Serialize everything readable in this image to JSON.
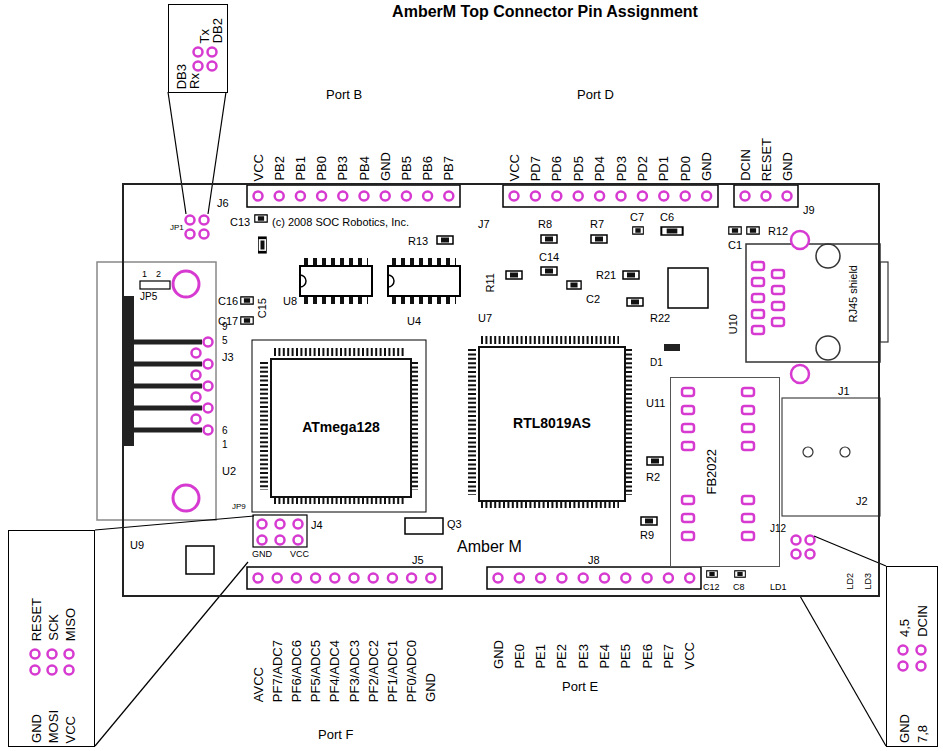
{
  "diagram": {
    "title": "AmberM Top Connector Pin Assignment",
    "nodes": [
      {
        "text": [
          "Amber M"
        ]
      },
      {
        "text": [
          "ATmega128"
        ],
        "in": 0
      },
      {
        "text": [
          "RTL8019AS"
        ],
        "in": 0
      },
      {
        "text": [
          "FB2022"
        ],
        "in": 0
      },
      {
        "text": [
          "Tx",
          "DB2",
          "DB3",
          "Rx"
        ]
      },
      {
        "text": [
          "RESET",
          "SCK",
          "MISO",
          "GND",
          "MOSI",
          "VCC"
        ]
      },
      {
        "text": [
          "4,5",
          "DCIN",
          "GND",
          "7,8"
        ]
      }
    ],
    "labels": [
      "Port B",
      "VCC",
      "PB2",
      "PB1",
      "PB0",
      "PB3",
      "PB4",
      "GND",
      "PB5",
      "PB6",
      "PB7",
      "Port D",
      "VCC",
      "PD7",
      "PD6",
      "PD5",
      "PD4",
      "PD3",
      "PD2",
      "PD1",
      "PD0",
      "GND",
      "DCIN",
      "RESET",
      "GND",
      "J9",
      "J6",
      "JP1",
      "C13",
      "(c) 2008 SOC Robotics, Inc.",
      "J7",
      "R8",
      "R7",
      "C7",
      "C6",
      "R12",
      "C1",
      "R13",
      "C15",
      "JP5",
      "1",
      "2",
      "C16",
      "C17",
      "U8",
      "U4",
      "R11",
      "C14",
      "R21",
      "C2",
      "R22",
      "U7",
      "U10",
      "RJ45 shield",
      "J1",
      "J3",
      "9",
      "5",
      "6",
      "1",
      "U2",
      "JP9",
      "U9",
      "Q3",
      "D1",
      "U11",
      "R2",
      "R9",
      "J2",
      "LD3",
      "LD2",
      "LD1",
      "J12",
      "C12",
      "C8",
      "J4",
      "GND",
      "VCC",
      "J5",
      "J8",
      "AVCC",
      "PF7/ADC7",
      "PF6/ADC6",
      "PF5/ADC5",
      "PF4/ADC4",
      "PF3/ADC3",
      "PF2/ADC2",
      "PF1/ADC1",
      "PF0/ADC0",
      "GND",
      "Port F",
      "GND",
      "PE0",
      "PE1",
      "PE2",
      "PE3",
      "PE4",
      "PE5",
      "PE6",
      "PE7",
      "VCC",
      "Port E"
    ]
  }
}
